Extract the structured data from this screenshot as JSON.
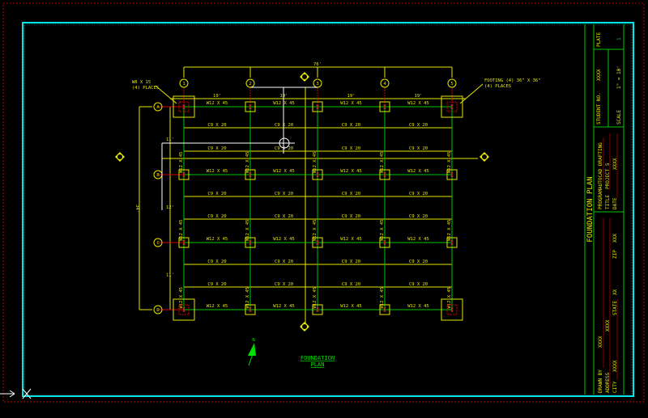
{
  "colors": {
    "frame": "#00e5e5",
    "beam": "#00c800",
    "line": "#e6e600",
    "cursor": "#ffffff",
    "hidden": "#d00000",
    "title": "#00e000"
  },
  "drawing": {
    "overall_dim": "76'",
    "bay_dims": [
      "19'",
      "19'",
      "19'",
      "19'"
    ],
    "side_dim": "34'",
    "row_dims": [
      "11'",
      "12'",
      "11'"
    ],
    "column_tags": [
      "1",
      "2",
      "3",
      "4",
      "5"
    ],
    "row_tags": [
      "A",
      "B",
      "C",
      "D"
    ],
    "beam_label": "W12 X 45",
    "alt_beam_label": "W12 X 45",
    "channel_labels": [
      "C9 X 20",
      "C9 X 20",
      "C9 X 20",
      "C9 X 20"
    ],
    "note_left": [
      "W8 X 15",
      "(4) PLACES"
    ],
    "note_right": [
      "FOOTING (4) 36\" X 36\"",
      "(4) PLACES"
    ],
    "north_label": "N",
    "plan_title": [
      "FOUNDATION",
      "PLAN"
    ]
  },
  "title_block": {
    "sheet_title": "FOUNDATION PLAN",
    "plate_label": "PLATE",
    "plate_no": "1",
    "student_no_label": "STUDENT NO.",
    "student_no": "XXXX",
    "scale_label": "SCALE",
    "scale": "1\" = 10'",
    "program_label": "PROGRAM",
    "program": "AUTOCAD DRAFTING",
    "title_label": "TITLE",
    "title": "PROJECT 5",
    "date_label": "DATE",
    "date": "XXXX",
    "drawn_by_label": "DRAWN BY",
    "drawn_by": "XXXX",
    "address_label": "ADDRESS",
    "address": "XXXX",
    "city_label": "CITY",
    "city": "XXXX",
    "state_label": "STATE",
    "state": "XX",
    "zip_label": "ZIP",
    "zip": "XXX"
  }
}
